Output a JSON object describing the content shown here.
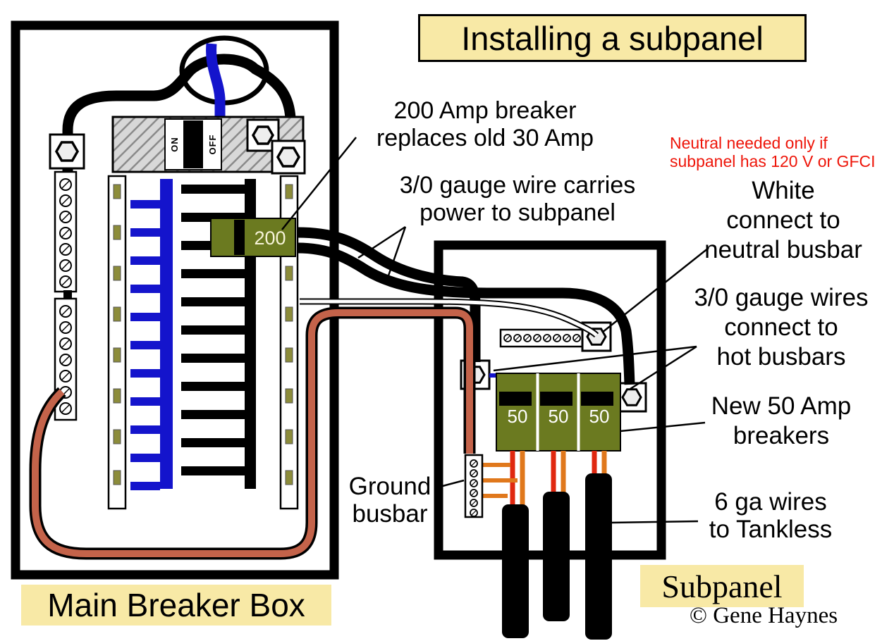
{
  "title": "Installing a subpanel",
  "colors": {
    "label_bg": "#f8e9a6",
    "accent_red": "#ee1509",
    "wire_red": "#c4634a",
    "wire_orange": "#e0781c",
    "bus_blue": "#1414cc",
    "breaker_olive": "#6b7a20",
    "slot_olive": "#8c8c3a"
  },
  "main_panel": {
    "label": "Main Breaker Box",
    "breaker200_label": "200",
    "switch_on": "ON",
    "switch_off": "OFF"
  },
  "subpanel": {
    "label": "Subpanel",
    "breakers": [
      "50",
      "50",
      "50"
    ]
  },
  "annotations": {
    "breaker200": "200 Amp breaker\nreplaces old 30 Amp",
    "gauge_wire": "3/0 gauge wire carries\npower to subpanel",
    "neutral_note": "Neutral needed only if\nsubpanel has 120 V or GFCI",
    "white_neutral": "White\nconnect to\nneutral busbar",
    "hot_busbars": "3/0 gauge wires\nconnect to\nhot busbars",
    "new_breakers": "New 50 Amp\nbreakers",
    "six_ga": "6 ga wires\nto Tankless",
    "ground_busbar": "Ground\nbusbar"
  },
  "copyright": "© Gene Haynes"
}
